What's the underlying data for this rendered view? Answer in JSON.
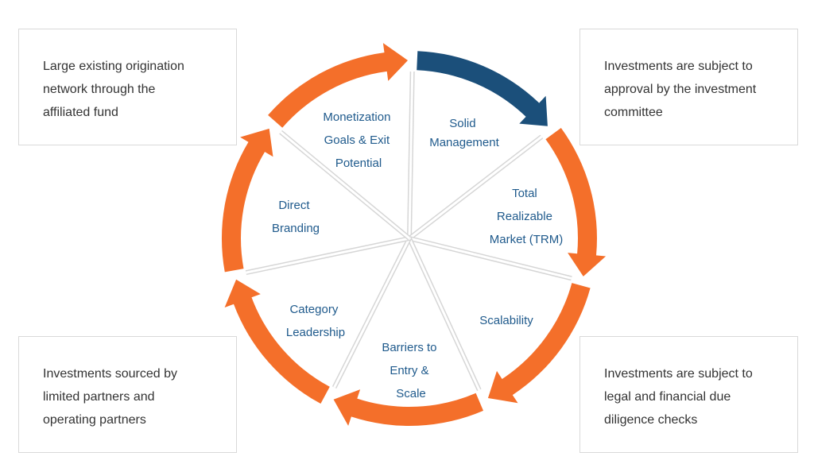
{
  "notes": {
    "top_left": [
      "Large existing origination",
      "network through the",
      "affiliated fund"
    ],
    "top_right": [
      "Investments are subject to",
      "approval by the investment",
      "committee"
    ],
    "bottom_left": [
      "Investments sourced by",
      "limited partners and",
      "operating partners"
    ],
    "bottom_right": [
      "Investments are subject to",
      "legal and financial due",
      "diligence checks"
    ]
  },
  "segments": [
    {
      "id": "solid-management",
      "lines": [
        "Solid",
        "Management"
      ]
    },
    {
      "id": "total-realizable-market",
      "lines": [
        "Total",
        "Realizable",
        "Market (TRM)"
      ]
    },
    {
      "id": "scalability",
      "lines": [
        "Scalability"
      ]
    },
    {
      "id": "barriers-to-entry",
      "lines": [
        "Barriers to",
        "Entry &",
        "Scale"
      ]
    },
    {
      "id": "category-leadership",
      "lines": [
        "Category",
        "Leadership"
      ]
    },
    {
      "id": "direct-branding",
      "lines": [
        "Direct",
        "Branding"
      ]
    },
    {
      "id": "monetization-goals",
      "lines": [
        "Monetization",
        "Goals & Exit",
        "Potential"
      ]
    }
  ],
  "colors": {
    "arrow_primary": "#1b4f7a",
    "arrow_cycle": "#f46f2a",
    "label_text": "#1f5a8c",
    "divider": "#d6d6d6"
  }
}
